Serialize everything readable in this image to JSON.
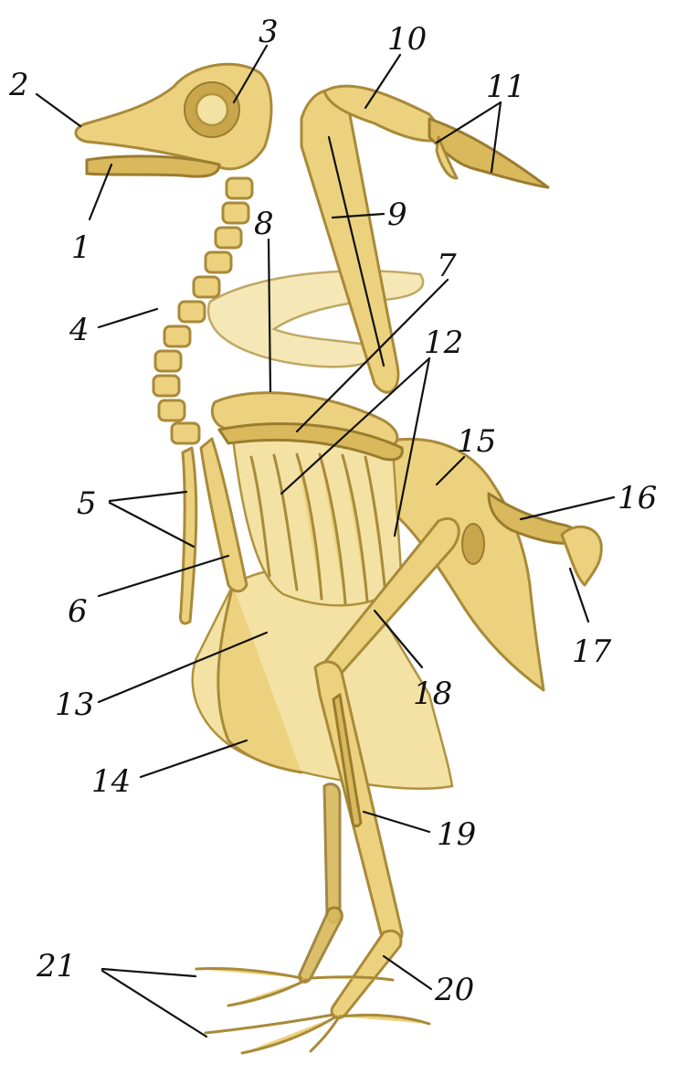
{
  "labels": [
    "1",
    "2",
    "3",
    "4",
    "5",
    "6",
    "7",
    "8",
    "9",
    "10",
    "11",
    "12",
    "13",
    "14",
    "15",
    "16",
    "17",
    "18",
    "19",
    "20",
    "21"
  ],
  "colors": {
    "bone": "#ecd27e",
    "bone_outline": "#a98a3a",
    "label": "#111111"
  }
}
